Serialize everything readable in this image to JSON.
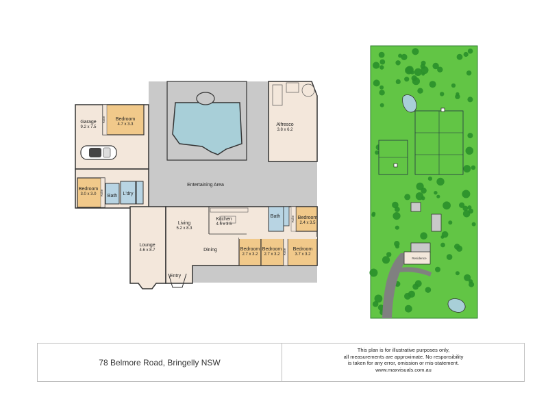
{
  "floorplan": {
    "rooms": [
      {
        "id": "garage",
        "name": "Garage",
        "dims": "9.2 x 7.5"
      },
      {
        "id": "bedroom-garage",
        "name": "Bedroom",
        "dims": "4.7 x 3.3"
      },
      {
        "id": "alfresco",
        "name": "Alfresco",
        "dims": "3.8 x 6.2"
      },
      {
        "id": "entertaining",
        "name": "Entertaining Area",
        "dims": ""
      },
      {
        "id": "bedroom-west",
        "name": "Bedroom",
        "dims": "3.0 x 3.0"
      },
      {
        "id": "bath-west",
        "name": "Bath",
        "dims": ""
      },
      {
        "id": "laundry",
        "name": "L'dry",
        "dims": ""
      },
      {
        "id": "living",
        "name": "Living",
        "dims": "5.2 x 8.3"
      },
      {
        "id": "kitchen",
        "name": "Kitchen",
        "dims": "4.5 x 3.5"
      },
      {
        "id": "lounge",
        "name": "Lounge",
        "dims": "4.6 x 8.7"
      },
      {
        "id": "dining",
        "name": "Dining",
        "dims": ""
      },
      {
        "id": "entry",
        "name": "Entry",
        "dims": ""
      },
      {
        "id": "bath-east",
        "name": "Bath",
        "dims": ""
      },
      {
        "id": "bedroom-ne",
        "name": "Bedroom",
        "dims": "2.4 x 3.5"
      },
      {
        "id": "bedroom-s1",
        "name": "Bedroom",
        "dims": "2.7 x 3.2"
      },
      {
        "id": "bedroom-s2",
        "name": "Bedroom",
        "dims": "2.7 x 3.2"
      },
      {
        "id": "bedroom-s3",
        "name": "Bedroom",
        "dims": "3.7 x 3.2"
      }
    ],
    "robe_label": "Robe",
    "site_label": "Residence"
  },
  "footer": {
    "address": "78 Belmore Road, Bringelly NSW",
    "disclaimer": [
      "This plan is for illustrative purposes only,",
      "all measurements are approximate. No responsibility",
      "is taken for any error, omission or mis-statement.",
      "www.maxvisuals.com.au"
    ]
  },
  "colors": {
    "wall": "#333333",
    "floor": "#f3e7db",
    "outdoor_paving": "#c9c9c9",
    "pool": "#a8cfd8",
    "bedroom": "#f1c98a",
    "wet_area": "#b8d4e3",
    "grass": "#62c545",
    "tree": "#2a8f2a"
  }
}
